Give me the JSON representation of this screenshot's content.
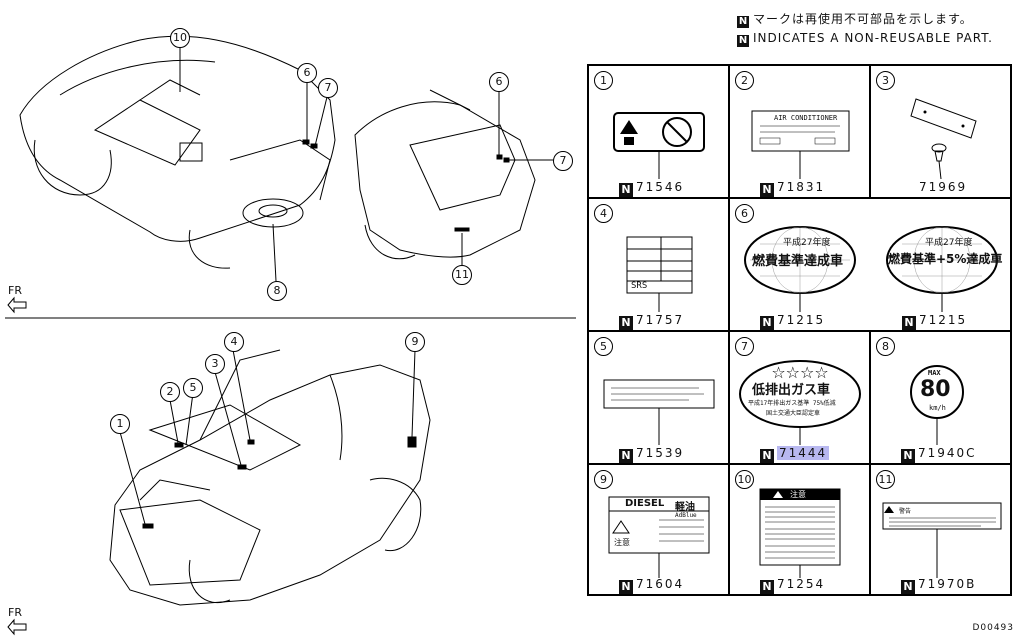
{
  "header": {
    "note_jp": "マークは再使用不可部品を示します。",
    "note_en": "INDICATES A NON-REUSABLE PART.",
    "marker": "N"
  },
  "orientation": {
    "fr_top": "FR",
    "fr_bottom": "FR"
  },
  "callouts_top": [
    "10",
    "6",
    "7",
    "8",
    "6",
    "7",
    "11"
  ],
  "callouts_bottom": [
    "1",
    "2",
    "5",
    "3",
    "4",
    "9"
  ],
  "cells": [
    {
      "num": "1",
      "part": "71546",
      "nonreusable": true
    },
    {
      "num": "2",
      "part": "71831",
      "nonreusable": true
    },
    {
      "num": "3",
      "part": "71969",
      "nonreusable": false
    },
    {
      "num": "4",
      "part": "71757",
      "nonreusable": true
    },
    {
      "num": "6",
      "part": "71215",
      "nonreusable": true
    },
    {
      "num": "",
      "part": "71215",
      "nonreusable": true
    },
    {
      "num": "5",
      "part": "71539",
      "nonreusable": true
    },
    {
      "num": "7",
      "part": "71444",
      "nonreusable": true,
      "highlight": true
    },
    {
      "num": "8",
      "part": "71940C",
      "nonreusable": true
    },
    {
      "num": "9",
      "part": "71604",
      "nonreusable": true
    },
    {
      "num": "10",
      "part": "71254",
      "nonreusable": true
    },
    {
      "num": "11",
      "part": "71970B",
      "nonreusable": true
    }
  ],
  "label_text": {
    "ac_title": "AIR CONDITIONER",
    "tire_srs": "SRS",
    "fuel_year": "平成27年度",
    "fuel_main": "燃費基準達成車",
    "fuel_main_plus": "燃費基準+5%達成車",
    "emission_main": "低排出ガス車",
    "emission_sub1": "平成17年排出ガス基準 75%低減",
    "emission_sub2": "国土交通大臣認定車",
    "speed_max": "MAX",
    "speed_value": "80",
    "speed_unit": "km/h",
    "diesel_title": "DIESEL",
    "diesel_jp": "軽油",
    "diesel_adblue": "AdBlue",
    "diesel_caution": "注意",
    "caution_title": "注意",
    "warning_small": "警告"
  },
  "diagram_id": "D00493"
}
